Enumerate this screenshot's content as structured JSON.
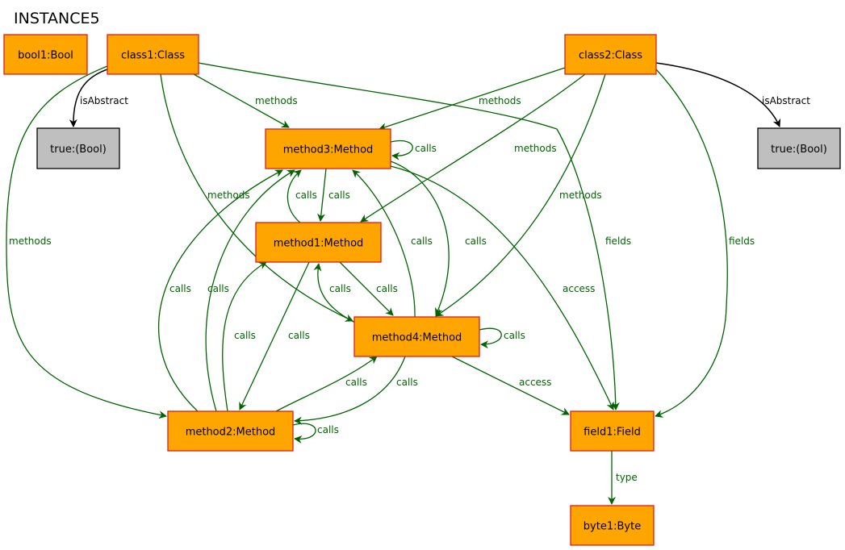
{
  "title": "INSTANCE5",
  "colors": {
    "object_fill": "#ffa500",
    "object_border": "#dc1e1e",
    "value_fill": "#bfbfbf",
    "value_border": "#000000",
    "ref_edge": "#006400",
    "attr_edge": "#000000"
  },
  "nodes": [
    {
      "id": "bool1",
      "label": "bool1:Bool",
      "kind": "object"
    },
    {
      "id": "class1",
      "label": "class1:Class",
      "kind": "object"
    },
    {
      "id": "class2",
      "label": "class2:Class",
      "kind": "object"
    },
    {
      "id": "true1",
      "label": "true:(Bool)",
      "kind": "value"
    },
    {
      "id": "true2",
      "label": "true:(Bool)",
      "kind": "value"
    },
    {
      "id": "method3",
      "label": "method3:Method",
      "kind": "object"
    },
    {
      "id": "method1",
      "label": "method1:Method",
      "kind": "object"
    },
    {
      "id": "method4",
      "label": "method4:Method",
      "kind": "object"
    },
    {
      "id": "method2",
      "label": "method2:Method",
      "kind": "object"
    },
    {
      "id": "field1",
      "label": "field1:Field",
      "kind": "object"
    },
    {
      "id": "byte1",
      "label": "byte1:Byte",
      "kind": "object"
    }
  ],
  "edges": [
    {
      "id": "e1",
      "from": "class1",
      "to": "true1",
      "label": "isAbstract",
      "kind": "attr"
    },
    {
      "id": "e2",
      "from": "class1",
      "to": "method3",
      "label": "methods",
      "kind": "ref"
    },
    {
      "id": "e3",
      "from": "class1",
      "to": "method4",
      "label": "methods",
      "kind": "ref"
    },
    {
      "id": "e4",
      "from": "class1",
      "to": "method2",
      "label": "methods",
      "kind": "ref"
    },
    {
      "id": "e5",
      "from": "class1",
      "to": "field1",
      "label": "fields",
      "kind": "ref"
    },
    {
      "id": "e6",
      "from": "class2",
      "to": "true2",
      "label": "isAbstract",
      "kind": "attr"
    },
    {
      "id": "e7",
      "from": "class2",
      "to": "method3",
      "label": "methods",
      "kind": "ref"
    },
    {
      "id": "e8",
      "from": "class2",
      "to": "method1",
      "label": "methods",
      "kind": "ref"
    },
    {
      "id": "e9",
      "from": "class2",
      "to": "method4",
      "label": "methods",
      "kind": "ref"
    },
    {
      "id": "e10",
      "from": "class2",
      "to": "field1",
      "label": "fields",
      "kind": "ref"
    },
    {
      "id": "e11",
      "from": "method3",
      "to": "method3",
      "label": "calls",
      "kind": "ref"
    },
    {
      "id": "e12",
      "from": "method3",
      "to": "method1",
      "label": "calls",
      "kind": "ref"
    },
    {
      "id": "e13",
      "from": "method1",
      "to": "method3",
      "label": "calls",
      "kind": "ref"
    },
    {
      "id": "e14",
      "from": "method3",
      "to": "method4",
      "label": "calls",
      "kind": "ref"
    },
    {
      "id": "e15",
      "from": "method4",
      "to": "method3",
      "label": "calls",
      "kind": "ref"
    },
    {
      "id": "e16",
      "from": "method3",
      "to": "field1",
      "label": "access",
      "kind": "ref"
    },
    {
      "id": "e17",
      "from": "method2",
      "to": "method3",
      "label": "calls",
      "kind": "ref"
    },
    {
      "id": "e18",
      "from": "method2",
      "to": "method3",
      "label": "calls",
      "kind": "ref"
    },
    {
      "id": "e19",
      "from": "method1",
      "to": "method4",
      "label": "calls",
      "kind": "ref"
    },
    {
      "id": "e20",
      "from": "method4",
      "to": "method1",
      "label": "calls",
      "kind": "ref"
    },
    {
      "id": "e21",
      "from": "method2",
      "to": "method1",
      "label": "calls",
      "kind": "ref"
    },
    {
      "id": "e22",
      "from": "method1",
      "to": "method2",
      "label": "calls",
      "kind": "ref"
    },
    {
      "id": "e23",
      "from": "method4",
      "to": "method4",
      "label": "calls",
      "kind": "ref"
    },
    {
      "id": "e24",
      "from": "method2",
      "to": "method4",
      "label": "calls",
      "kind": "ref"
    },
    {
      "id": "e25",
      "from": "method4",
      "to": "method2",
      "label": "calls",
      "kind": "ref"
    },
    {
      "id": "e26",
      "from": "method4",
      "to": "field1",
      "label": "access",
      "kind": "ref"
    },
    {
      "id": "e27",
      "from": "method2",
      "to": "method2",
      "label": "calls",
      "kind": "ref"
    },
    {
      "id": "e28",
      "from": "field1",
      "to": "byte1",
      "label": "type",
      "kind": "ref"
    }
  ]
}
